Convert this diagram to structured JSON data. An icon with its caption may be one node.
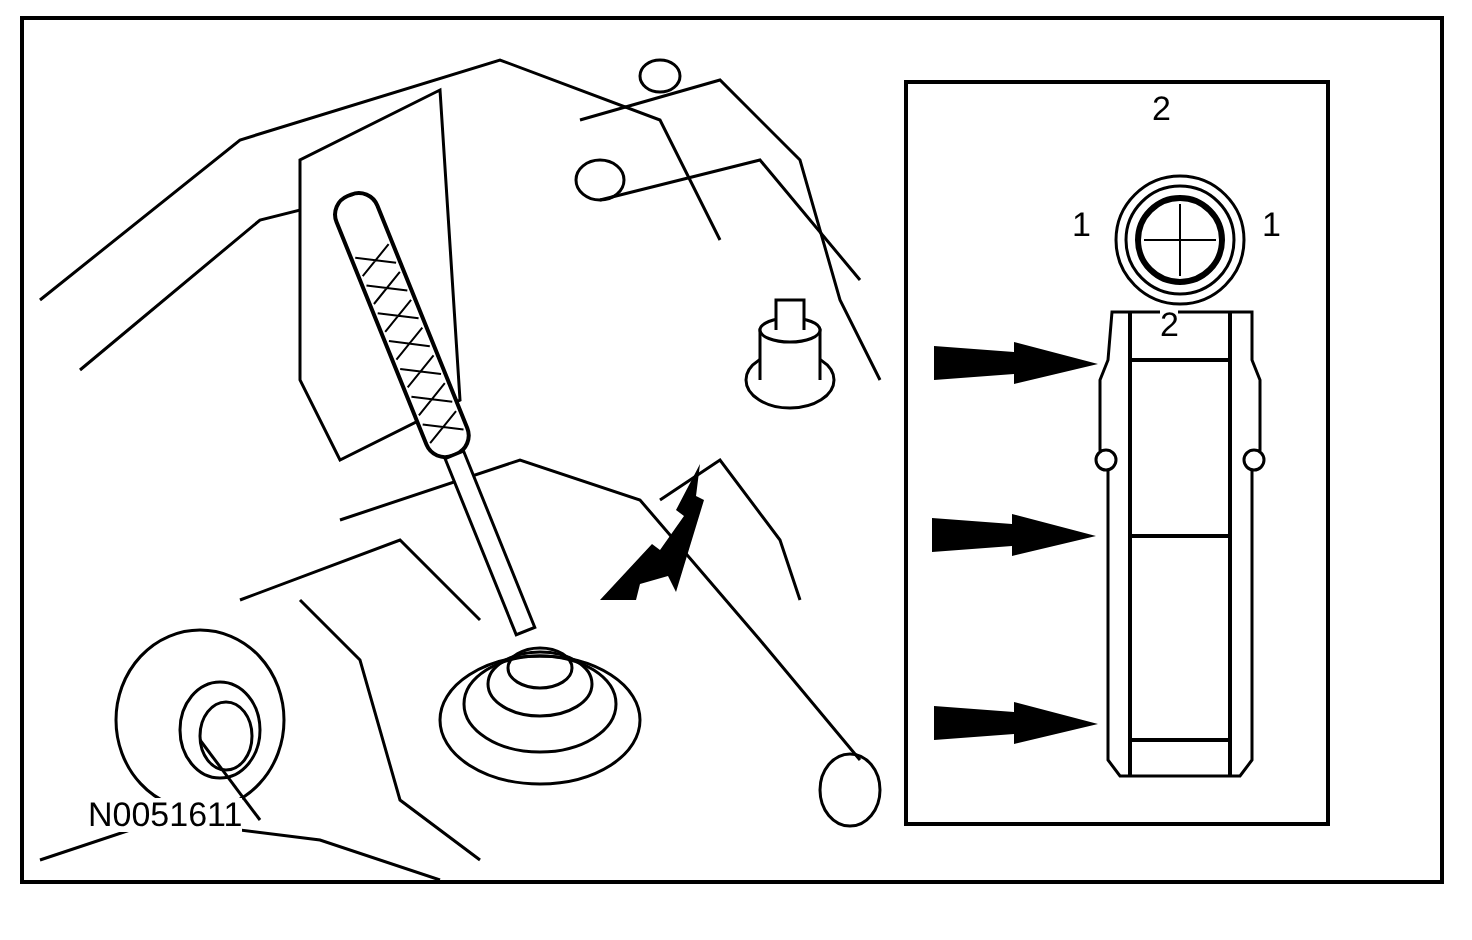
{
  "diagram": {
    "labels": [
      "2",
      "1",
      "1",
      "2",
      "N0051611"
    ]
  }
}
